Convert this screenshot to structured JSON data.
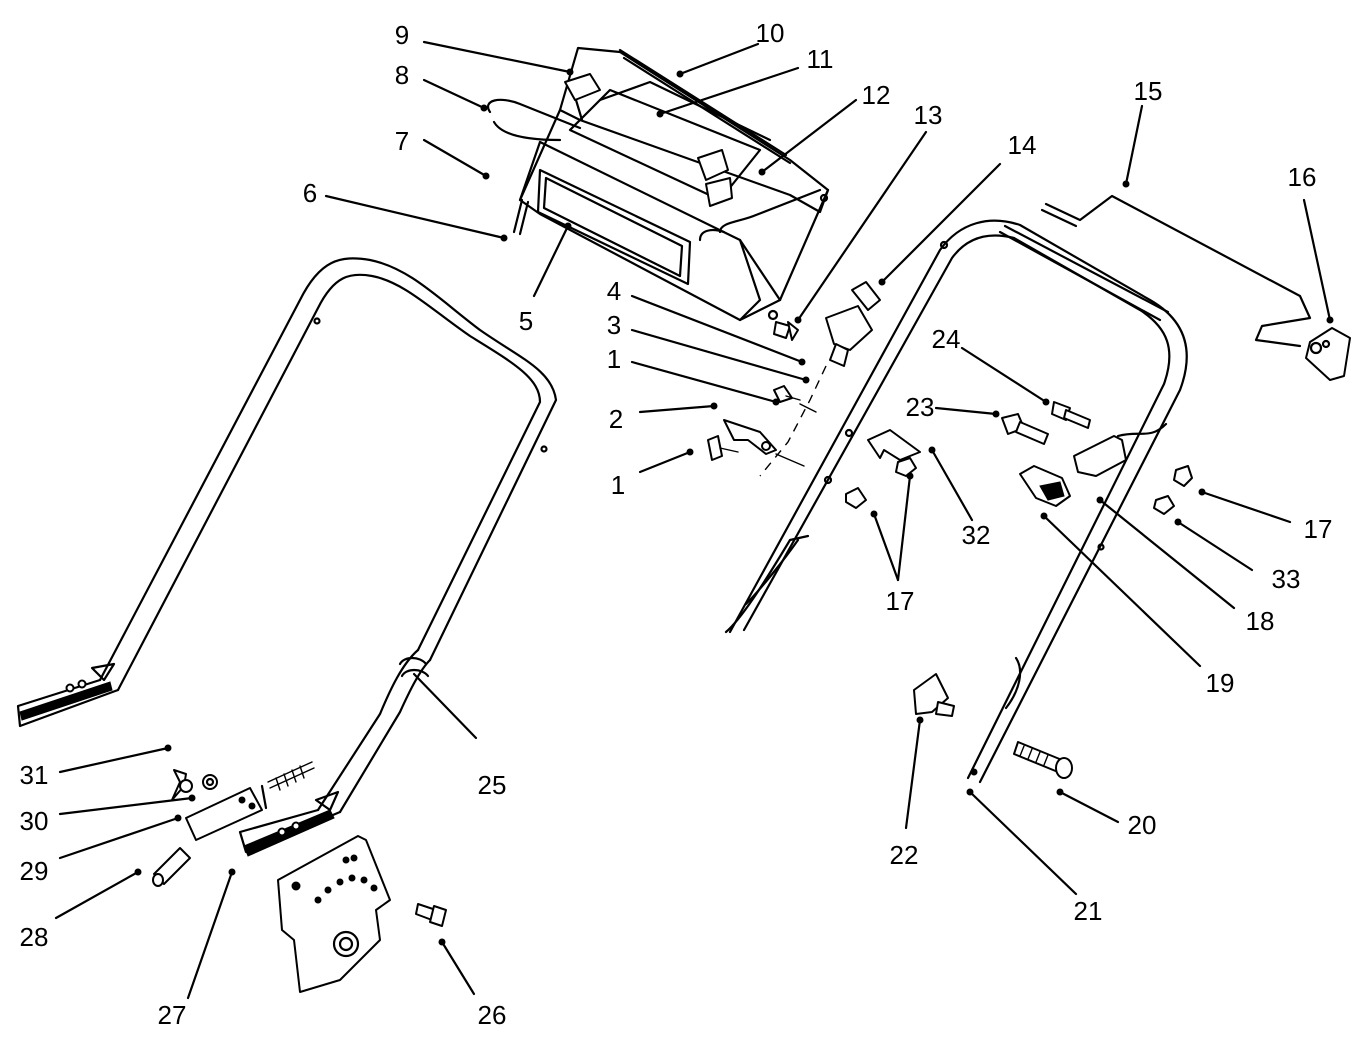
{
  "callouts": [
    {
      "id": "c1a",
      "text": "1"
    },
    {
      "id": "c1b",
      "text": "1"
    },
    {
      "id": "c2",
      "text": "2"
    },
    {
      "id": "c3",
      "text": "3"
    },
    {
      "id": "c4",
      "text": "4"
    },
    {
      "id": "c5",
      "text": "5"
    },
    {
      "id": "c6",
      "text": "6"
    },
    {
      "id": "c7",
      "text": "7"
    },
    {
      "id": "c8",
      "text": "8"
    },
    {
      "id": "c9",
      "text": "9"
    },
    {
      "id": "c10",
      "text": "10"
    },
    {
      "id": "c11",
      "text": "11"
    },
    {
      "id": "c12",
      "text": "12"
    },
    {
      "id": "c13",
      "text": "13"
    },
    {
      "id": "c14",
      "text": "14"
    },
    {
      "id": "c15",
      "text": "15"
    },
    {
      "id": "c16",
      "text": "16"
    },
    {
      "id": "c17a",
      "text": "17"
    },
    {
      "id": "c17b",
      "text": "17"
    },
    {
      "id": "c18",
      "text": "18"
    },
    {
      "id": "c19",
      "text": "19"
    },
    {
      "id": "c20",
      "text": "20"
    },
    {
      "id": "c21",
      "text": "21"
    },
    {
      "id": "c22",
      "text": "22"
    },
    {
      "id": "c23",
      "text": "23"
    },
    {
      "id": "c24",
      "text": "24"
    },
    {
      "id": "c25",
      "text": "25"
    },
    {
      "id": "c26",
      "text": "26"
    },
    {
      "id": "c27",
      "text": "27"
    },
    {
      "id": "c28",
      "text": "28"
    },
    {
      "id": "c29",
      "text": "29"
    },
    {
      "id": "c30",
      "text": "30"
    },
    {
      "id": "c31",
      "text": "31"
    },
    {
      "id": "c32",
      "text": "32"
    },
    {
      "id": "c33",
      "text": "33"
    }
  ]
}
